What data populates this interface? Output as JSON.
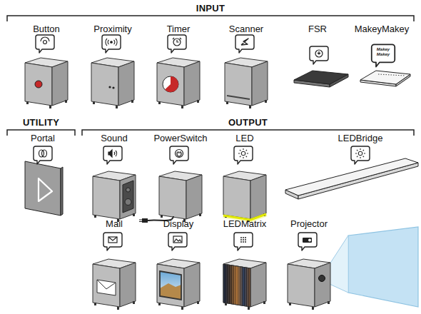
{
  "diagram": {
    "nodes": [
      {
        "text": [
          "INPUT"
        ]
      },
      {
        "text": [
          "Button"
        ],
        "in": 0
      },
      {
        "text": [
          "Proximity"
        ],
        "in": 0
      },
      {
        "text": [
          "Timer"
        ],
        "in": 0
      },
      {
        "text": [
          "Scanner"
        ],
        "in": 0
      },
      {
        "text": [
          "FSR"
        ],
        "in": 0
      },
      {
        "text": [
          "MakeyMakey"
        ],
        "in": 0
      },
      {
        "text": [
          "UTILITY"
        ]
      },
      {
        "text": [
          "Portal"
        ],
        "in": 7
      },
      {
        "text": [
          "OUTPUT"
        ]
      },
      {
        "text": [
          "Sound"
        ],
        "in": 9
      },
      {
        "text": [
          "PowerSwitch"
        ],
        "in": 9
      },
      {
        "text": [
          "LED"
        ],
        "in": 9
      },
      {
        "text": [
          "LEDBridge"
        ],
        "in": 9
      },
      {
        "text": [
          "Mail"
        ],
        "in": 9
      },
      {
        "text": [
          "Display"
        ],
        "in": 9
      },
      {
        "text": [
          "LEDMatrix"
        ],
        "in": 9
      },
      {
        "text": [
          "Projector"
        ],
        "in": 9
      }
    ],
    "labels": [
      "Makey Makey"
    ]
  }
}
